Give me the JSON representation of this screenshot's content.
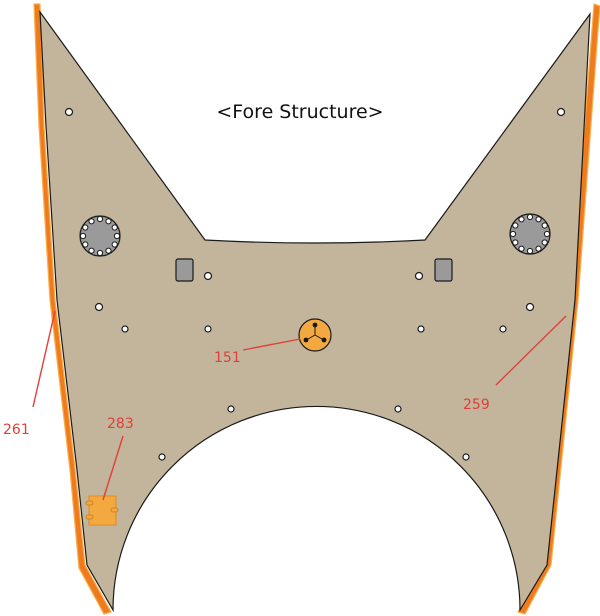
{
  "diagram": {
    "title": "<Fore Structure>",
    "colors": {
      "plate": "#c2b59b",
      "plate_stroke": "#1a1a1a",
      "edge_outer": "#f07a1e",
      "edge_inner": "#f6b04a",
      "callout": "#e0403a",
      "part_orange": "#f4a840",
      "port_gray": "#9a9a9a"
    },
    "callouts": [
      {
        "id": "261",
        "label": "261"
      },
      {
        "id": "283",
        "label": "283"
      },
      {
        "id": "151",
        "label": "151"
      },
      {
        "id": "259",
        "label": "259"
      }
    ]
  }
}
